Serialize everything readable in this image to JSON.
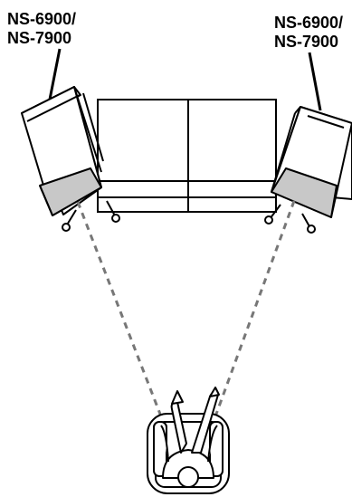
{
  "labels": {
    "left_speaker": {
      "line1": "NS-6900/",
      "line2": "NS-7900"
    },
    "right_speaker": {
      "line1": "NS-6900/",
      "line2": "NS-7900"
    }
  },
  "colors": {
    "stroke": "#000000",
    "speaker_grille": "#c8c8c8",
    "sight_line": "#777777",
    "background": "#ffffff"
  }
}
